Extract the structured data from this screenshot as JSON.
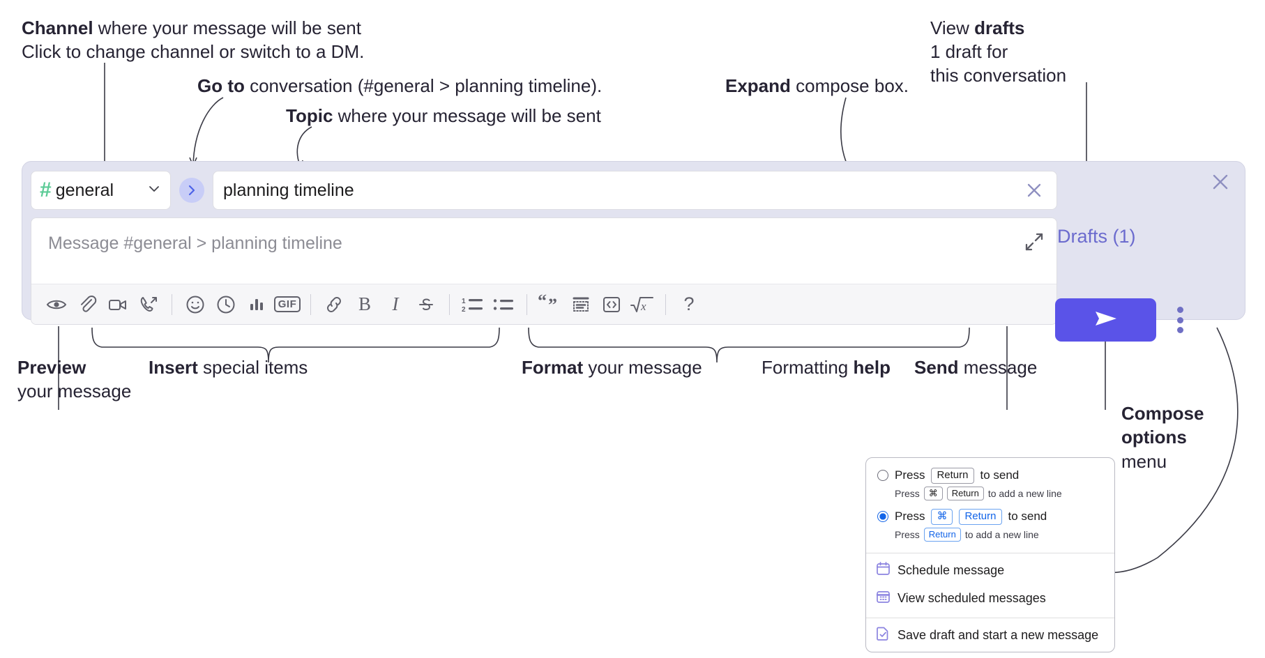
{
  "annotations": {
    "channel": {
      "line1_bold": "Channel",
      "line1_rest": " where your message will be sent",
      "line2": "Click to change channel or switch to a DM."
    },
    "goto": {
      "bold": "Go to",
      "rest": " conversation (#general > planning timeline)."
    },
    "topic": {
      "bold": "Topic",
      "rest": " where your message will be sent"
    },
    "expand": {
      "bold": "Expand",
      "rest": " compose box."
    },
    "drafts": {
      "line1_rest": "View ",
      "line1_bold": "drafts",
      "line2": "1 draft for",
      "line3": "this conversation"
    },
    "preview": {
      "bold": "Preview",
      "line2": "your message"
    },
    "insert": {
      "bold": "Insert",
      "rest": " special items"
    },
    "format": {
      "bold": "Format",
      "rest": " your message"
    },
    "formatting_help": {
      "rest": "Formatting ",
      "bold": "help"
    },
    "send": {
      "bold": "Send",
      "rest": " message"
    },
    "compose_options": {
      "line1": "Compose",
      "line2": "options",
      "line3": "menu"
    }
  },
  "compose": {
    "close_label": "close-compose",
    "channel": {
      "hash": "#",
      "name": "general",
      "chevron": "chevron-down-icon"
    },
    "goto_button": "go-to-conversation",
    "topic": {
      "value": "planning timeline",
      "clear": "clear-topic"
    },
    "editor": {
      "placeholder": "Message #general > planning timeline",
      "expand": "expand-compose-box"
    },
    "toolbar": [
      {
        "name": "preview-icon",
        "glyph": "eye"
      },
      {
        "name": "attach-icon",
        "glyph": "paperclip"
      },
      {
        "name": "video-icon",
        "glyph": "video"
      },
      {
        "name": "audio-clip-icon",
        "glyph": "phone"
      },
      {
        "name": "separator-1",
        "glyph": "sep"
      },
      {
        "name": "emoji-icon",
        "glyph": "smiley"
      },
      {
        "name": "schedule-icon",
        "glyph": "clock"
      },
      {
        "name": "poll-icon",
        "glyph": "bars"
      },
      {
        "name": "gif-icon",
        "glyph": "gif",
        "label": "GIF"
      },
      {
        "name": "separator-2",
        "glyph": "sep"
      },
      {
        "name": "link-icon",
        "glyph": "link"
      },
      {
        "name": "bold-icon",
        "glyph": "text",
        "label": "B"
      },
      {
        "name": "italic-icon",
        "glyph": "text-i",
        "label": "I"
      },
      {
        "name": "strikethrough-icon",
        "glyph": "strike"
      },
      {
        "name": "separator-3",
        "glyph": "sep"
      },
      {
        "name": "ordered-list-icon",
        "glyph": "ol"
      },
      {
        "name": "bulleted-list-icon",
        "glyph": "ul"
      },
      {
        "name": "separator-4",
        "glyph": "sep"
      },
      {
        "name": "blockquote-icon",
        "glyph": "quote"
      },
      {
        "name": "code-block-icon",
        "glyph": "codeblock"
      },
      {
        "name": "code-icon",
        "glyph": "code"
      },
      {
        "name": "math-icon",
        "glyph": "sqrt"
      },
      {
        "name": "separator-5",
        "glyph": "sep"
      },
      {
        "name": "formatting-help-icon",
        "glyph": "text-q",
        "label": "?"
      }
    ],
    "drafts_label": "Drafts (1)",
    "send_button": "send-icon",
    "kebab": "compose-options-menu"
  },
  "popup": {
    "option_1": {
      "pre": "Press",
      "key": "Return",
      "post": "to send",
      "hint_pre": "Press",
      "hint_key1": "⌘",
      "hint_key2": "Return",
      "hint_post": "to add a new line",
      "selected": false
    },
    "option_2": {
      "pre": "Press",
      "key1": "⌘",
      "key2": "Return",
      "post": "to send",
      "hint_pre": "Press",
      "hint_key": "Return",
      "hint_post": "to add a new line",
      "selected": true
    },
    "items": [
      {
        "name": "schedule-message",
        "icon": "calendar-icon",
        "label": "Schedule message"
      },
      {
        "name": "view-scheduled",
        "icon": "calendar-grid-icon",
        "label": "View scheduled messages"
      },
      {
        "name": "save-draft",
        "icon": "document-check-icon",
        "label": "Save draft and start a new message"
      }
    ]
  },
  "colors": {
    "panel_bg": "#e2e3f0",
    "send_purple": "#5a53e8",
    "drafts_purple": "#6b6bce",
    "hash_green": "#5ccb96",
    "goto_blue": "#4d63e8",
    "radio_blue": "#1264e8",
    "icon_gray": "#61616b"
  }
}
